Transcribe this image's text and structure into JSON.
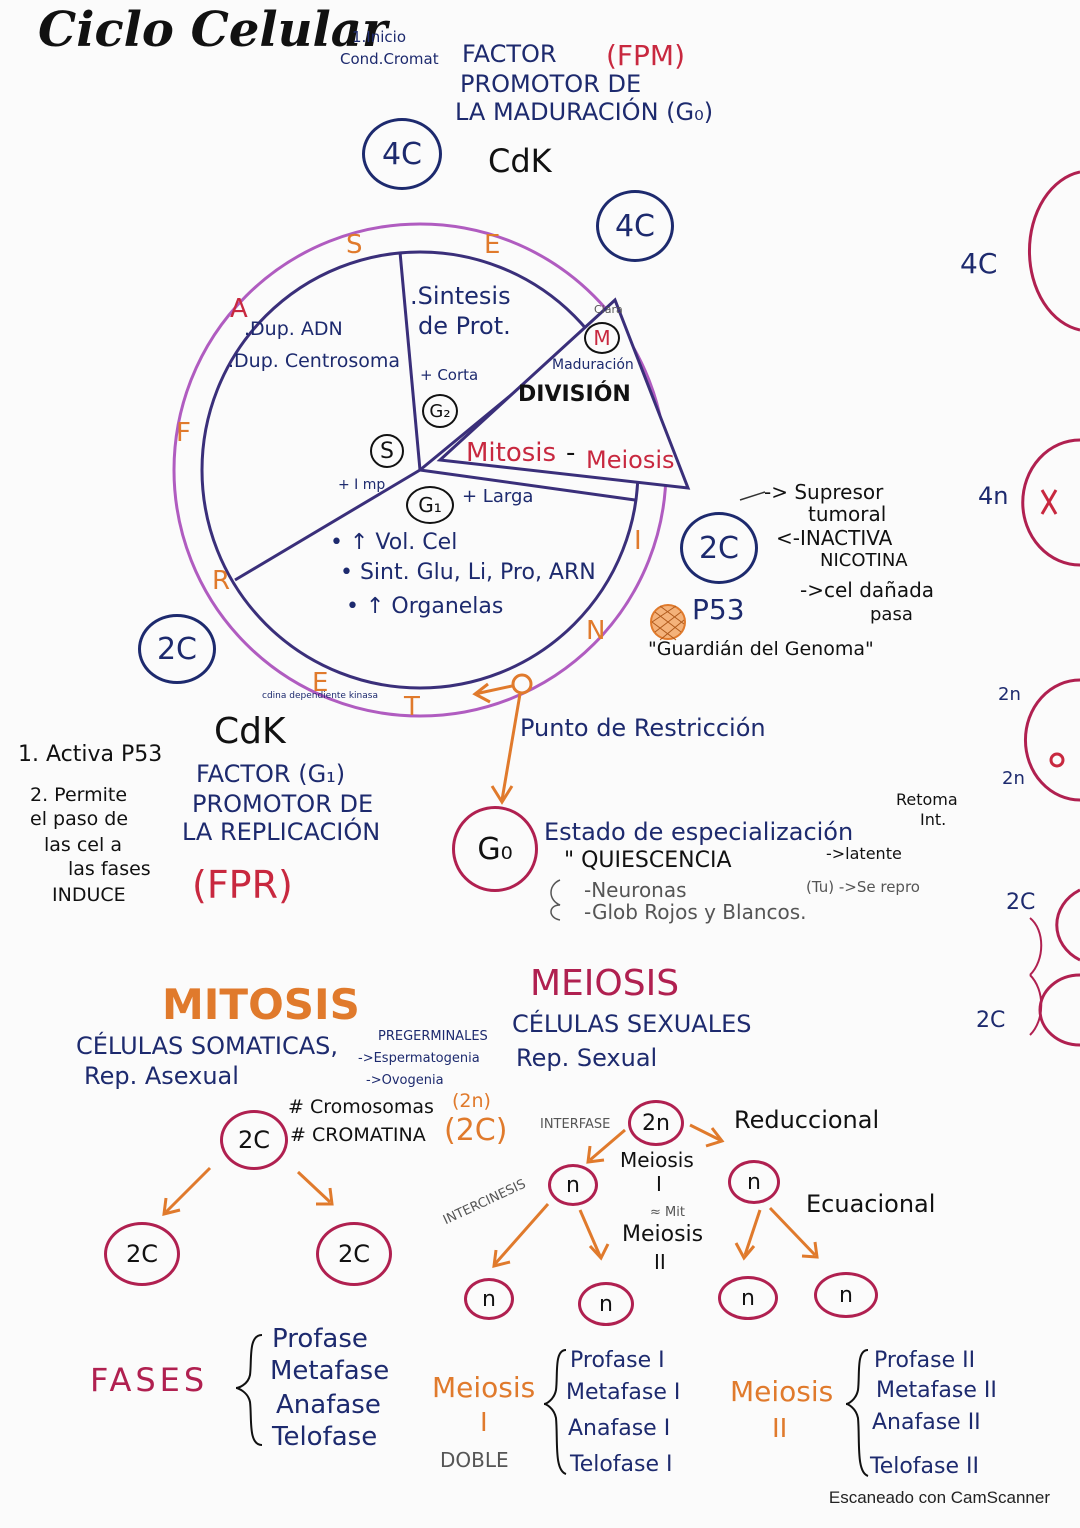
{
  "title": "Ciclo Celular",
  "fpm": {
    "note1": "1.Inicio",
    "note2": "Cond.Cromat",
    "line1": "FACTOR",
    "abbr": "(FPM)",
    "line2": "PROMOTOR DE",
    "line3": "LA MADURACIÓN (G₀)",
    "cdk": "CdK"
  },
  "cycle": {
    "ring_letters": [
      "S",
      "E",
      "A",
      "F",
      "R",
      "E",
      "T",
      "N",
      "I"
    ],
    "s_phase_items": [
      ".Dup. ADN",
      ".Dup. Centrosoma"
    ],
    "g2_items": [
      ".Sintesis",
      "de Prot."
    ],
    "g2_note": "+ Corta",
    "g2_label": "G₂",
    "s_label": "S",
    "s_note": "+ I mp",
    "g1_label": "G₁",
    "g1_note": "+ Larga",
    "g1_items": [
      "• ↑ Vol. Cel",
      "• Sint. Glu, Li, Pro, ARN",
      "• ↑ Organelas"
    ],
    "m_label": "M",
    "m_top": "Clara",
    "m_note": "Maduración",
    "division": "DIVISIÓN",
    "mitosis": "Mitosis",
    "dash": "-",
    "meiosis": "Meiosis"
  },
  "chromatin_badges": [
    "4C",
    "4C",
    "2C",
    "2C"
  ],
  "p53": {
    "l1": "-> Supresor",
    "l2": "tumoral",
    "l3": "<-INACTIVA",
    "l4": "NICOTINA",
    "l5": "->cel dañada",
    "l6": "pasa",
    "name": "P53",
    "guardian": "\"Guardián del Genoma\""
  },
  "restriction": "Punto de Restricción",
  "g0": {
    "label": "G₀",
    "l1": "Estado de especialización",
    "retoma": "Retoma",
    "int": "Int.",
    "quiescencia": "\" QUIESCENCIA",
    "latente": "->latente",
    "neuronas": "-Neuronas",
    "tu": "(Tu) ->Se repro",
    "glob": "-Glob Rojos y Blancos."
  },
  "fpr": {
    "small": "cdina dependiente kinasa",
    "cdk": "CdK",
    "line1": "FACTOR (G₁)",
    "line2": "PROMOTOR DE",
    "line3": "LA REPLICACIÓN",
    "abbr": "(FPR)",
    "n1": "1. Activa P53",
    "n2a": "2. Permite",
    "n2b": "el paso de",
    "n2c": "las cel a",
    "n2d": "las fases",
    "n2e": "INDUCE"
  },
  "mitosis": {
    "title": "MITOSIS",
    "l1": "CÉLULAS SOMATICAS,",
    "pre": "PREGERMINALES",
    "esp": "->Espermatogenia",
    "ovo": "->Ovogenia",
    "l2": "Rep. Asexual",
    "cromosomas": "# Cromosomas",
    "c2n": "(2n)",
    "cromatina": "# CROMATINA",
    "c2c": "(2C)",
    "parent": "2C",
    "child1": "2C",
    "child2": "2C"
  },
  "meiosis": {
    "title": "MEIOSIS",
    "l1": "CÉLULAS SEXUALES",
    "l2": "Rep. Sexual",
    "interfase": "INTERFASE",
    "intercinesis": "INTERCINESIS",
    "parent": "2n",
    "reduccional": "Reduccional",
    "m1a": "Meiosis",
    "m1b": "I",
    "mid1": "n",
    "mid2": "n",
    "mit": "≈ Mit",
    "m2a": "Meiosis",
    "m2b": "II",
    "ecuacional": "Ecuacional",
    "leaves": [
      "n",
      "n",
      "n",
      "n"
    ]
  },
  "phases": {
    "fases": "FASES",
    "mitosis_list": [
      "Profase",
      "Metafase",
      "Anafase",
      "Telofase"
    ],
    "meiosis1_a": "Meiosis",
    "meiosis1_b": "I",
    "doble": "DOBLE",
    "meiosis1_list": [
      "Profase I",
      "Metafase I",
      "Anafase I",
      "Telofase I"
    ],
    "meiosis2_a": "Meiosis",
    "meiosis2_b": "II",
    "meiosis2_list": [
      "Profase II",
      "Metafase II",
      "Anafase II",
      "Telofase II"
    ]
  },
  "edge": {
    "e1": "4C",
    "e2": "4n",
    "e3": "2n",
    "e4": "2n",
    "e5": "2C",
    "e6": "2C"
  },
  "footer": "Escaneado con CamScanner"
}
